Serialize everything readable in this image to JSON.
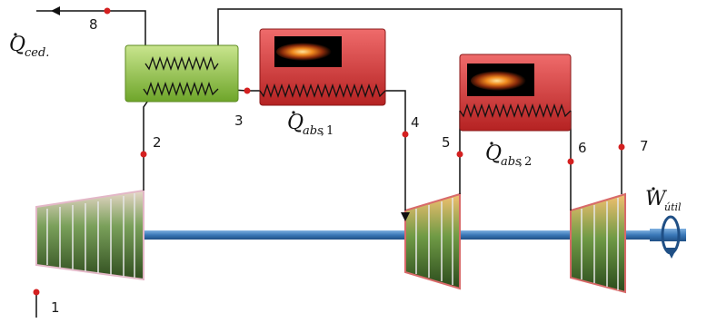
{
  "diagram": {
    "state_points": [
      "1",
      "2",
      "3",
      "4",
      "5",
      "6",
      "7",
      "8"
    ],
    "heat_rejected": {
      "symbol": "Q",
      "subscript": "ced."
    },
    "heat_absorbed_1": {
      "symbol": "Q",
      "subscript": "abs",
      "index": "1"
    },
    "heat_absorbed_2": {
      "symbol": "Q",
      "subscript": "abs",
      "index": "2"
    },
    "useful_work": {
      "symbol": "W",
      "subscript": "útil"
    }
  },
  "colors": {
    "regenerator": "#8fc23a",
    "combustor": "#d83a3a",
    "shaft": "#3a78b8",
    "state_dot": "#d42020",
    "line": "#111111"
  }
}
